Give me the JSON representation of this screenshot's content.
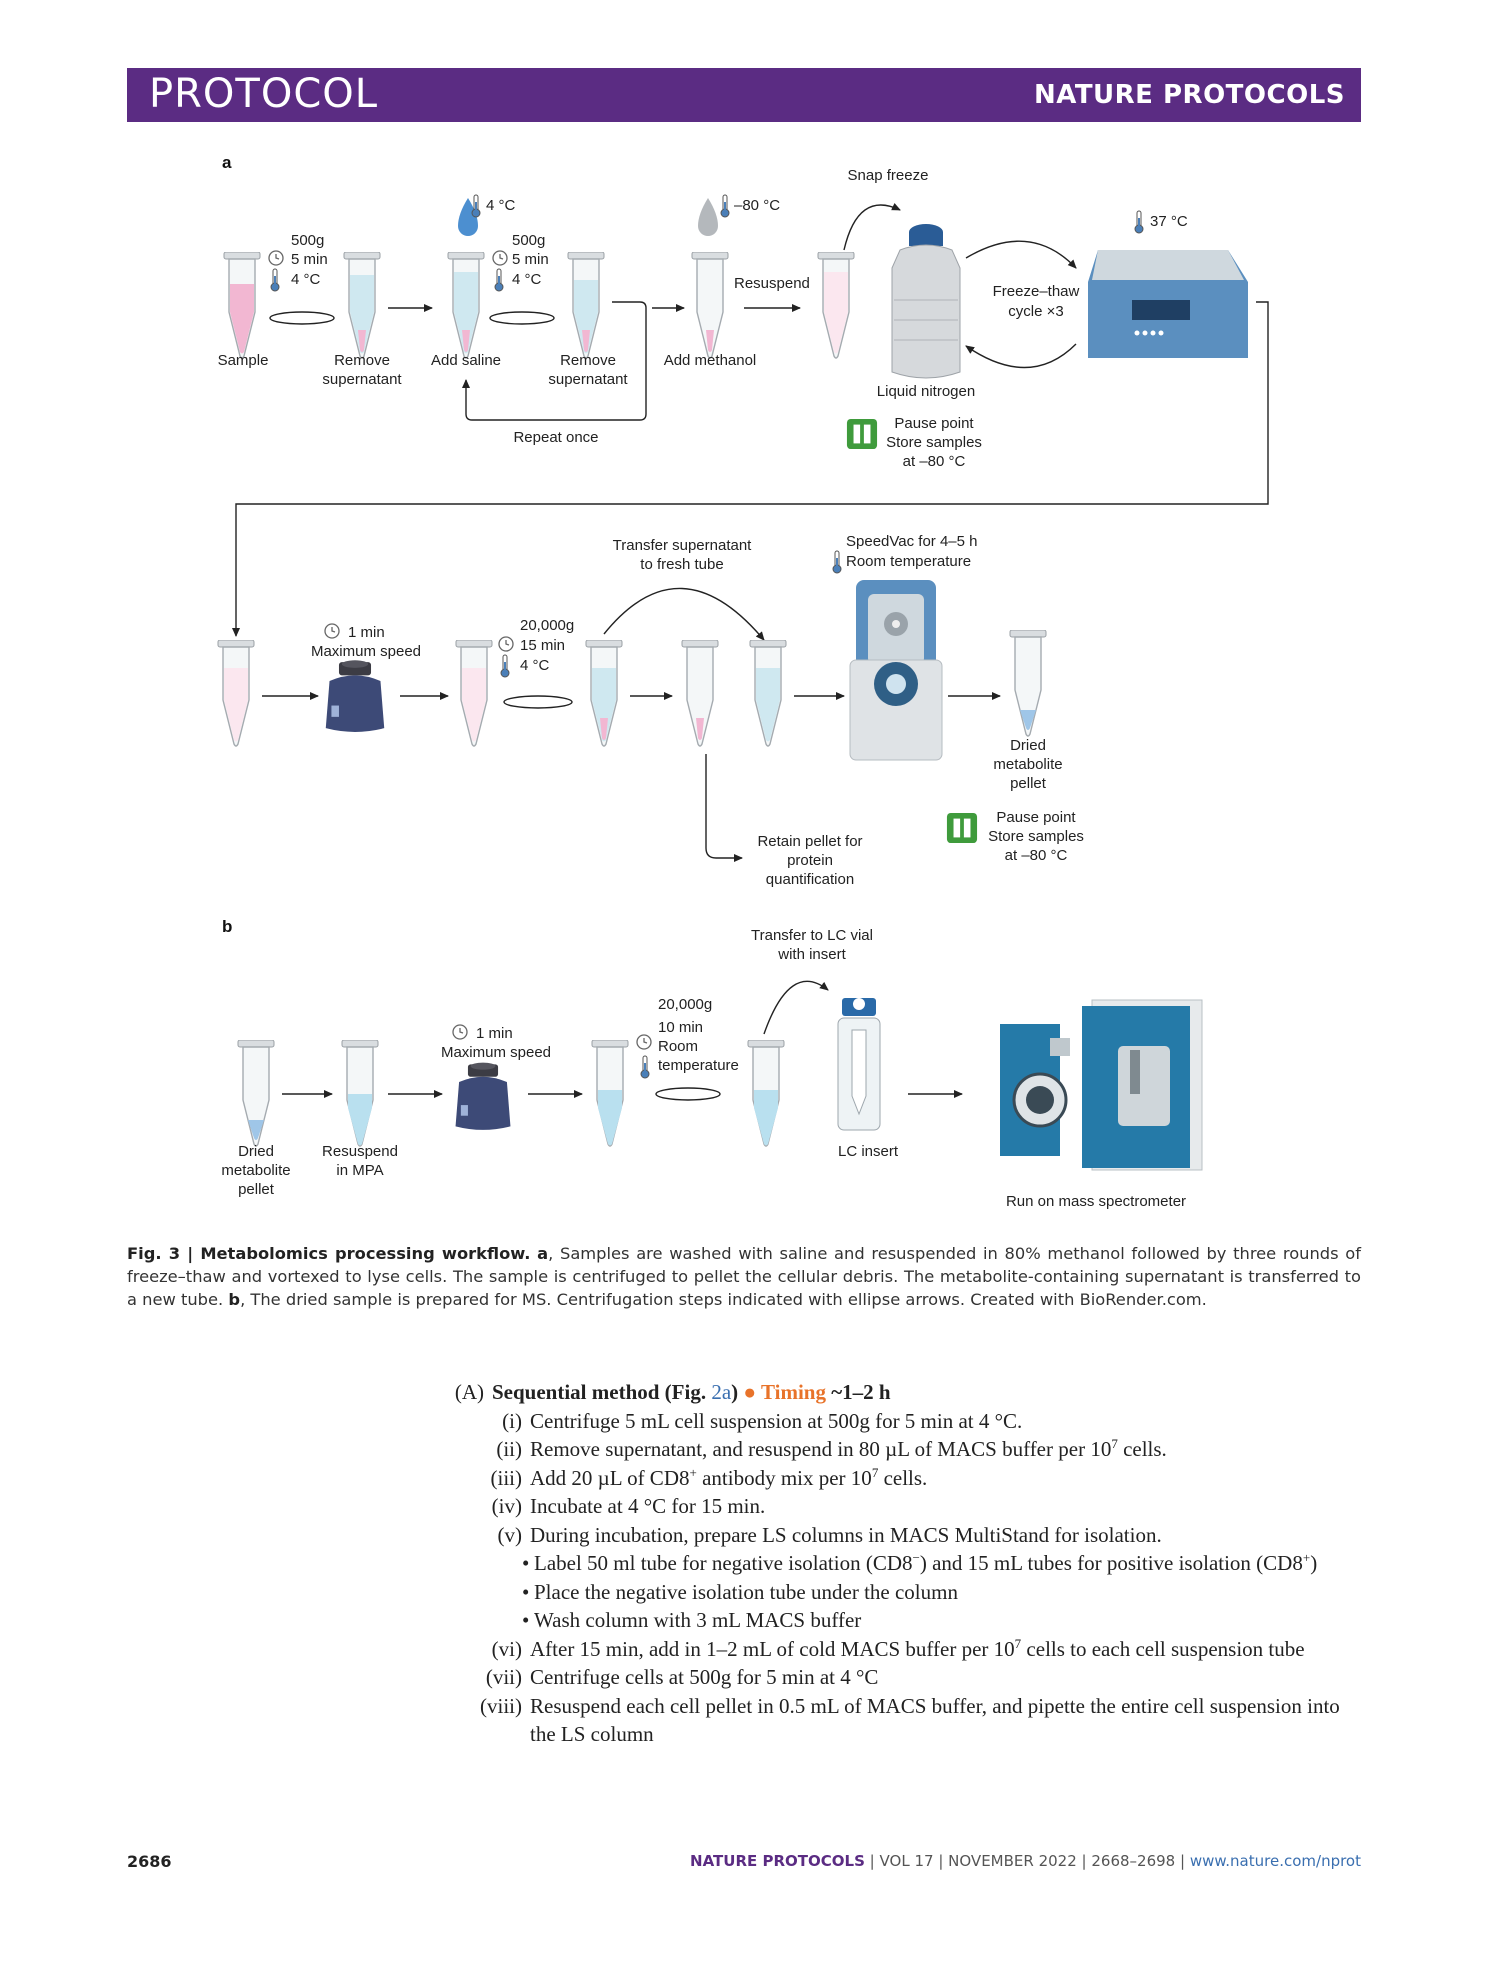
{
  "header": {
    "left": "PROTOCOL",
    "right": "NATURE PROTOCOLS"
  },
  "figure": {
    "panel_a": "a",
    "panel_b": "b",
    "a_row1": {
      "sample": "Sample",
      "spin1_g": "500g",
      "spin1_time": "5 min",
      "spin1_temp": "4 °C",
      "remove_sup": "Remove supernatant",
      "saline_temp": "4 °C",
      "add_saline": "Add saline",
      "spin2_g": "500g",
      "spin2_time": "5 min",
      "spin2_temp": "4 °C",
      "remove_sup2": "Remove supernatant",
      "repeat": "Repeat once",
      "methanol_temp": "–80 °C",
      "add_methanol": "Add methanol",
      "resuspend": "Resuspend",
      "snap": "Snap freeze",
      "ln2": "Liquid nitrogen",
      "ft": "Freeze–thaw",
      "ft2": "cycle ×3",
      "heat_temp": "37 °C",
      "pause1": "Pause point",
      "pause2": "Store samples",
      "pause3": "at –80 °C"
    },
    "a_row2": {
      "vortex_time": "1 min",
      "vortex_speed": "Maximum speed",
      "spin_g": "20,000g",
      "spin_time": "15 min",
      "spin_temp": "4 °C",
      "transfer1": "Transfer supernatant",
      "transfer2": "to fresh tube",
      "speedvac1": "SpeedVac for 4–5 h",
      "speedvac2": "Room temperature",
      "dried1": "Dried",
      "dried2": "metabolite",
      "dried3": "pellet",
      "retain1": "Retain pellet for",
      "retain2": "protein",
      "retain3": "quantification",
      "pause1": "Pause point",
      "pause2": "Store samples",
      "pause3": "at –80 °C"
    },
    "b_row": {
      "dried1": "Dried",
      "dried2": "metabolite",
      "dried3": "pellet",
      "resusp1": "Resuspend",
      "resusp2": "in MPA",
      "vortex_time": "1 min",
      "vortex_speed": "Maximum speed",
      "spin_g": "20,000g",
      "spin_time": "10 min",
      "spin_temp1": "Room",
      "spin_temp2": "temperature",
      "transfer1": "Transfer to LC vial",
      "transfer2": "with insert",
      "lc_insert": "LC insert",
      "ms": "Run on mass spectrometer"
    }
  },
  "caption": {
    "label": "Fig. 3 | Metabolomics processing workflow.",
    "a": "a",
    "a_text": ", Samples are washed with saline and resuspended in 80% methanol followed by three rounds of freeze–thaw and vortexed to lyse cells. The sample is centrifuged to pellet the cellular debris. The metabolite-containing supernatant is transferred to a new tube.",
    "b": "b",
    "b_text": ", The dried sample is prepared for MS. Centrifugation steps indicated with ellipse arrows. Created with BioRender.com."
  },
  "steps": {
    "head_num": "(A)",
    "head_title": "Sequential method (Fig.",
    "head_link": "2a",
    "head_close": ")",
    "timing_icon": "●",
    "timing_label": "Timing",
    "timing_value": "~1–2 h",
    "i_num": "(i)",
    "i": "Centrifuge 5 mL cell suspension at 500g for 5 min at 4 °C.",
    "ii_num": "(ii)",
    "ii_a": "Remove supernatant, and resuspend in 80 µL of MACS buffer per 10",
    "ii_sup": "7",
    "ii_b": " cells.",
    "iii_num": "(iii)",
    "iii_a": "Add 20 µL of CD8",
    "iii_sup1": "+",
    "iii_b": " antibody mix per 10",
    "iii_sup2": "7",
    "iii_c": " cells.",
    "iv_num": "(iv)",
    "iv": "Incubate at 4 °C for 15 min.",
    "v_num": "(v)",
    "v": "During incubation, prepare LS columns in MACS MultiStand for isolation.",
    "b1_a": "Label 50 ml tube for negative isolation (CD8",
    "b1_sup1": "−",
    "b1_b": ") and 15 mL tubes for positive isolation (CD8",
    "b1_sup2": "+",
    "b1_c": ")",
    "b2": "Place the negative isolation tube under the column",
    "b3": "Wash column with 3 mL MACS buffer",
    "vi_num": "(vi)",
    "vi_a": "After 15 min, add in 1–2 mL of cold MACS buffer per 10",
    "vi_sup": "7",
    "vi_b": " cells to each cell suspension tube",
    "vii_num": "(vii)",
    "vii": "Centrifuge cells at 500g for 5 min at 4 °C",
    "viii_num": "(viii)",
    "viii": "Resuspend each cell pellet in 0.5 mL of MACS buffer, and pipette the entire cell suspension into the LS column"
  },
  "footer": {
    "page": "2686",
    "journal": "NATURE PROTOCOLS",
    "sep": "|",
    "vol": "VOL 17",
    "date": "NOVEMBER 2022",
    "pages": "2668–2698",
    "url": "www.nature.com/nprot"
  }
}
